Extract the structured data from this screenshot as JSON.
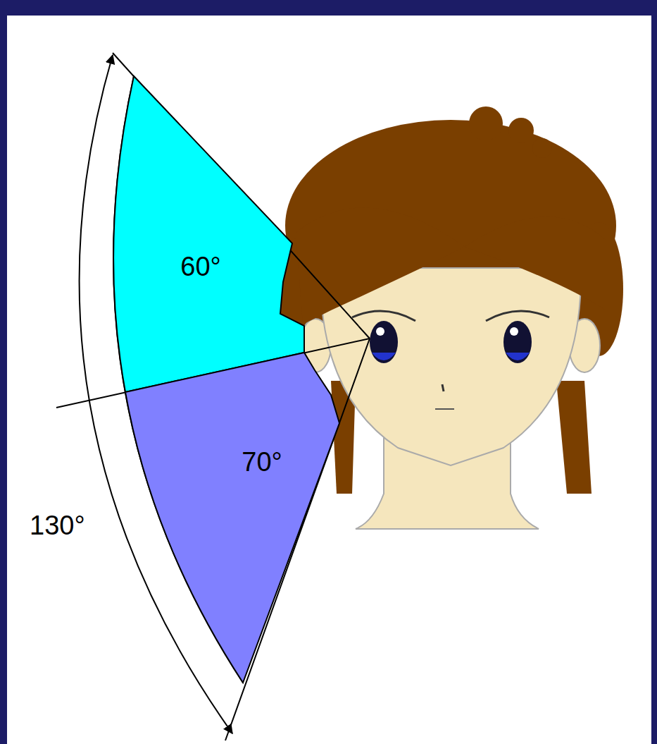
{
  "diagram": {
    "nodes": [
      {
        "text": [
          "60°"
        ]
      },
      {
        "text": [
          "70°"
        ]
      }
    ],
    "labels": [
      "130°"
    ]
  }
}
